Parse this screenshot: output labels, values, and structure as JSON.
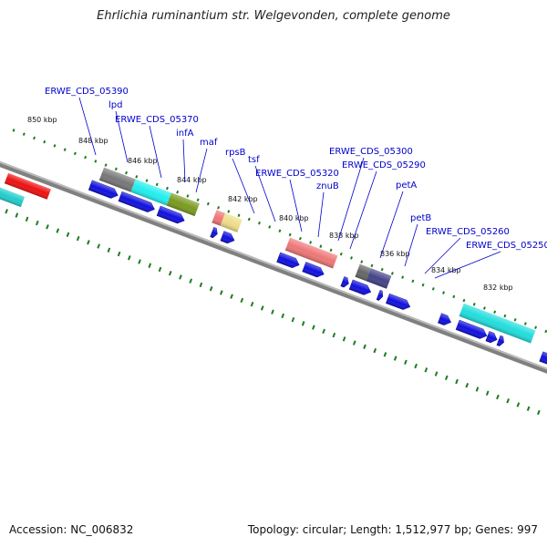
{
  "title": "Ehrlichia ruminantium str. Welgevonden, complete genome",
  "footer": {
    "accession": "Accession: NC_006832",
    "summary": "Topology: circular; Length: 1,512,977 bp; Genes: 997"
  },
  "colors": {
    "backbone": "#777777",
    "tick": "#1e7b1e",
    "cds": "#1010e0",
    "gene_label": "#0000cc"
  },
  "tick_labels": [
    "850 kbp",
    "848 kbp",
    "846 kbp",
    "844 kbp",
    "842 kbp",
    "840 kbp",
    "838 kbp",
    "836 kbp",
    "834 kbp",
    "832 kbp"
  ],
  "gene_labels": [
    "ERWE_CDS_05390",
    "lpd",
    "ERWE_CDS_05370",
    "infA",
    "maf",
    "rpsB",
    "tsf",
    "ERWE_CDS_05320",
    "znuB",
    "ERWE_CDS_05300",
    "ERWE_CDS_05290",
    "petA",
    "petB",
    "ERWE_CDS_05260",
    "ERWE_CDS_05250"
  ]
}
